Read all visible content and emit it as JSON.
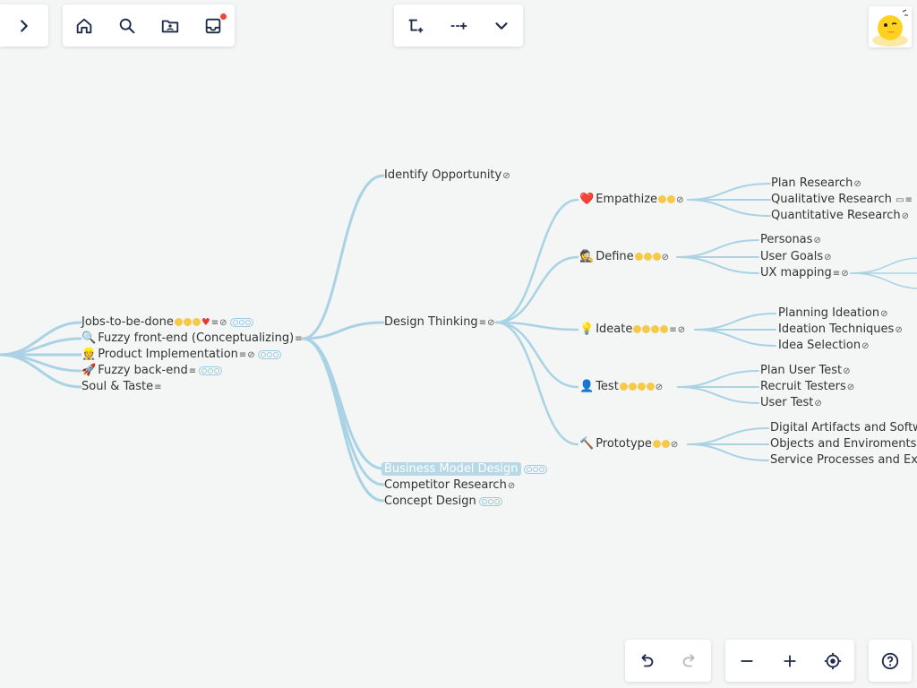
{
  "colors": {
    "branch": "#a9d3e5",
    "accent": "#b7d9e7",
    "star": "#f7c948",
    "heart": "#e03c3c",
    "notify": "#f0453a"
  },
  "toolbar_left": {
    "expand_icon": "chevron-right-icon"
  },
  "toolbar_nav": {
    "icons": [
      "home-icon",
      "search-icon",
      "folder-user-icon",
      "inbox-icon"
    ]
  },
  "toolbar_center": {
    "icons": [
      "add-node-icon",
      "add-sibling-icon",
      "chevron-down-icon"
    ]
  },
  "toolbar_undo": {
    "icons": [
      "undo-icon",
      "redo-icon"
    ]
  },
  "toolbar_zoom": {
    "icons": [
      "zoom-out-icon",
      "zoom-in-icon",
      "locate-icon"
    ]
  },
  "help": {
    "icon": "help-icon"
  },
  "avatar": {
    "icon": "duck-mascot-icon"
  },
  "nodes": {
    "jobs": "Jobs-to-be-done",
    "fuzzy_front": "Fuzzy front-end (Conceptualizing)",
    "product_impl": "Product Implementation",
    "fuzzy_back": "Fuzzy back-end",
    "soul_taste": "Soul & Taste",
    "identify": "Identify Opportunity",
    "design_thinking": "Design Thinking",
    "business_model": "Business Model Design",
    "competitor": "Competitor Research",
    "concept": "Concept Design",
    "empathize": "Empathize",
    "define": "Define",
    "ideate": "Ideate",
    "test": "Test",
    "prototype": "Prototype",
    "plan_research": "Plan Research",
    "qualitative": "Qualitative Research",
    "quantitative": "Quantitative Research",
    "personas": "Personas",
    "user_goals": "User Goals",
    "ux_mapping": "UX mapping",
    "planning_ideation": "Planning Ideation",
    "ideation_tech": "Ideation Techniques",
    "idea_selection": "Idea Selection",
    "plan_user_test": "Plan User Test",
    "recruit": "Recruit Testers",
    "user_test": "User Test",
    "digital": "Digital Artifacts and Softwa",
    "objects": "Objects and Enviroments",
    "service": "Service Processes and Exp"
  }
}
